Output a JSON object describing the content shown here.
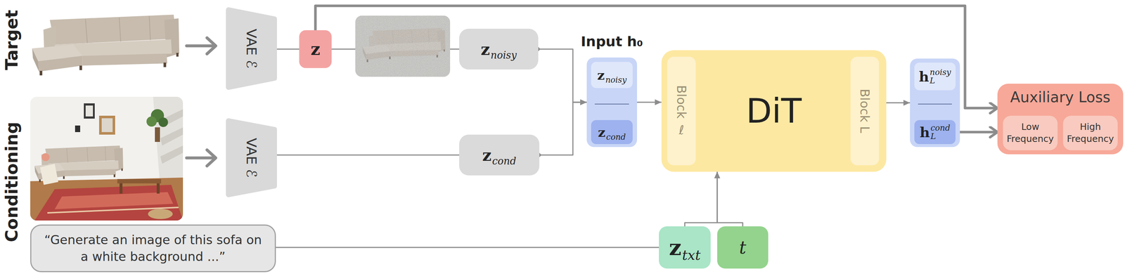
{
  "diagram": {
    "nodes": [
      {
        "text": [
          "VAE ℰ"
        ]
      },
      {
        "text": [
          "z"
        ]
      },
      {
        "text": [
          "z",
          "noisy"
        ]
      },
      {
        "text": [
          "VAE ℰ"
        ]
      },
      {
        "text": [
          "z",
          "cond"
        ]
      },
      {
        "text": [
          "Input h₀"
        ]
      },
      {
        "text": [
          "z",
          "noisy"
        ],
        "in": 5
      },
      {
        "text": [
          "z",
          "cond"
        ],
        "in": 5
      },
      {
        "text": [
          "DiT"
        ]
      },
      {
        "text": [
          "Block ℓ"
        ],
        "in": 8
      },
      {
        "text": [
          "Block L"
        ],
        "in": 8
      },
      {
        "text": []
      },
      {
        "text": [
          "h",
          "L",
          "noisy"
        ],
        "in": 11
      },
      {
        "text": [
          "h",
          "L",
          "cond"
        ],
        "in": 11
      },
      {
        "text": [
          "Auxiliary Loss"
        ]
      },
      {
        "text": [
          "Low Frequency"
        ],
        "in": 14
      },
      {
        "text": [
          "High Frequency"
        ],
        "in": 14
      },
      {
        "text": [
          "“Generate an image of this sofa on a white background ...”"
        ]
      },
      {
        "text": [
          "z",
          "txt"
        ]
      },
      {
        "text": [
          "t"
        ]
      }
    ],
    "edges": [
      {
        "from": 0,
        "to": 1,
        "arrow": "none"
      },
      {
        "from": 1,
        "to": 2,
        "arrow": "none"
      },
      {
        "from": 2,
        "to": 5,
        "arrow": "to"
      },
      {
        "from": 3,
        "to": 4,
        "arrow": "none"
      },
      {
        "from": 4,
        "to": 5,
        "arrow": "to"
      },
      {
        "from": 5,
        "to": 8,
        "arrow": "to"
      },
      {
        "from": 8,
        "to": 11,
        "arrow": "to"
      },
      {
        "from": 1,
        "to": 14,
        "arrow": "to"
      },
      {
        "from": 13,
        "to": 14,
        "arrow": "to"
      },
      {
        "from": 17,
        "to": 18,
        "arrow": "none"
      },
      {
        "from": 18,
        "to": 8,
        "arrow": "to"
      },
      {
        "from": 19,
        "to": 8,
        "arrow": "to"
      }
    ],
    "labels": [
      "Target",
      "Conditioning"
    ]
  }
}
